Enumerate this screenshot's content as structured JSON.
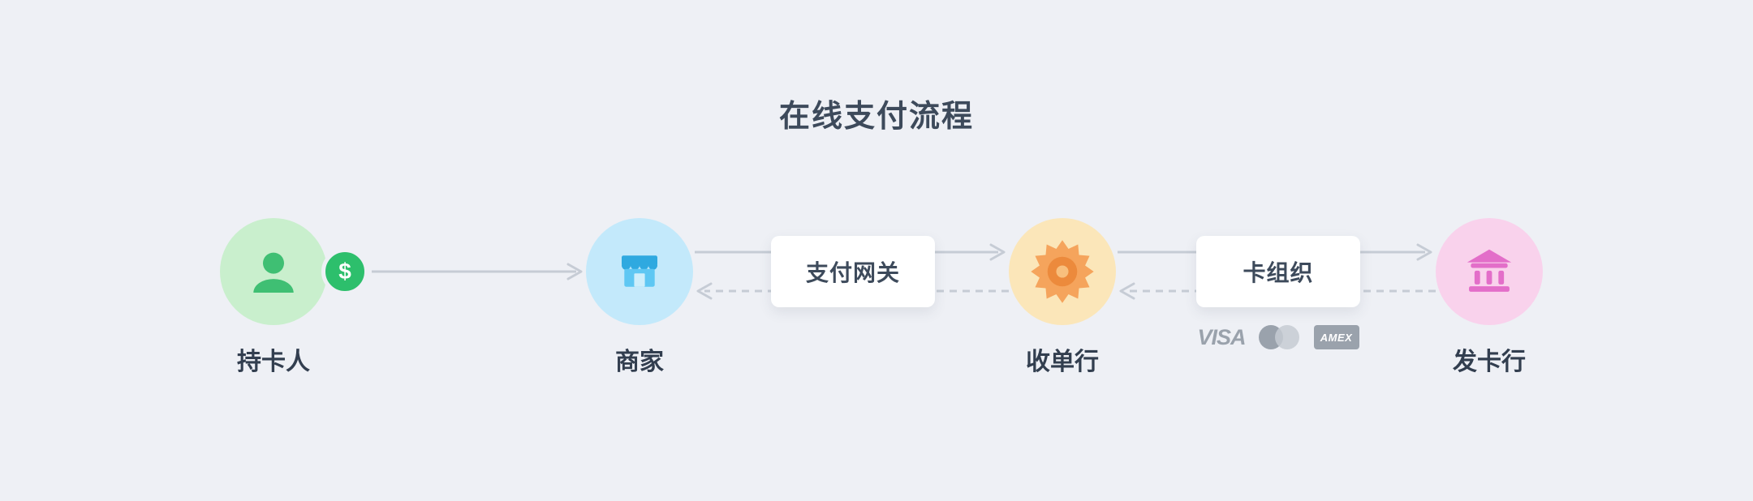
{
  "title": "在线支付流程",
  "nodes": [
    {
      "id": "cardholder",
      "label": "持卡人",
      "color": "#c9efcd",
      "icon": "user-icon"
    },
    {
      "id": "merchant",
      "label": "商家",
      "color": "#c3e9fb",
      "icon": "store-icon"
    },
    {
      "id": "acquirer",
      "label": "收单行",
      "color": "#fbe6b9",
      "icon": "gear-icon"
    },
    {
      "id": "issuer",
      "label": "发卡行",
      "color": "#f9d2ec",
      "icon": "bank-icon"
    }
  ],
  "connector_boxes": [
    {
      "id": "payment-gateway",
      "label": "支付网关"
    },
    {
      "id": "card-network",
      "label": "卡组织"
    }
  ],
  "edges": [
    {
      "from": "cardholder",
      "to": "merchant",
      "style": "solid"
    },
    {
      "from": "merchant",
      "to": "acquirer",
      "style": "solid",
      "via": "payment-gateway"
    },
    {
      "from": "acquirer",
      "to": "merchant",
      "style": "dashed",
      "via": "payment-gateway"
    },
    {
      "from": "acquirer",
      "to": "issuer",
      "style": "solid",
      "via": "card-network"
    },
    {
      "from": "issuer",
      "to": "acquirer",
      "style": "dashed",
      "via": "card-network"
    }
  ],
  "dollar_badge": "$",
  "card_brands": {
    "visa": "VISA",
    "amex": "AMEX"
  },
  "colors": {
    "background": "#eef0f5",
    "line": "#c6ccd5",
    "title": "#3d4a5b",
    "cardholder_accent": "#3fbf73",
    "dollar_badge": "#2dbf6c",
    "merchant_accent": "#2fa9e0",
    "acquirer_accent": "#f2994a",
    "issuer_accent": "#e36ec9",
    "brand_gray": "#9aa2ac"
  }
}
